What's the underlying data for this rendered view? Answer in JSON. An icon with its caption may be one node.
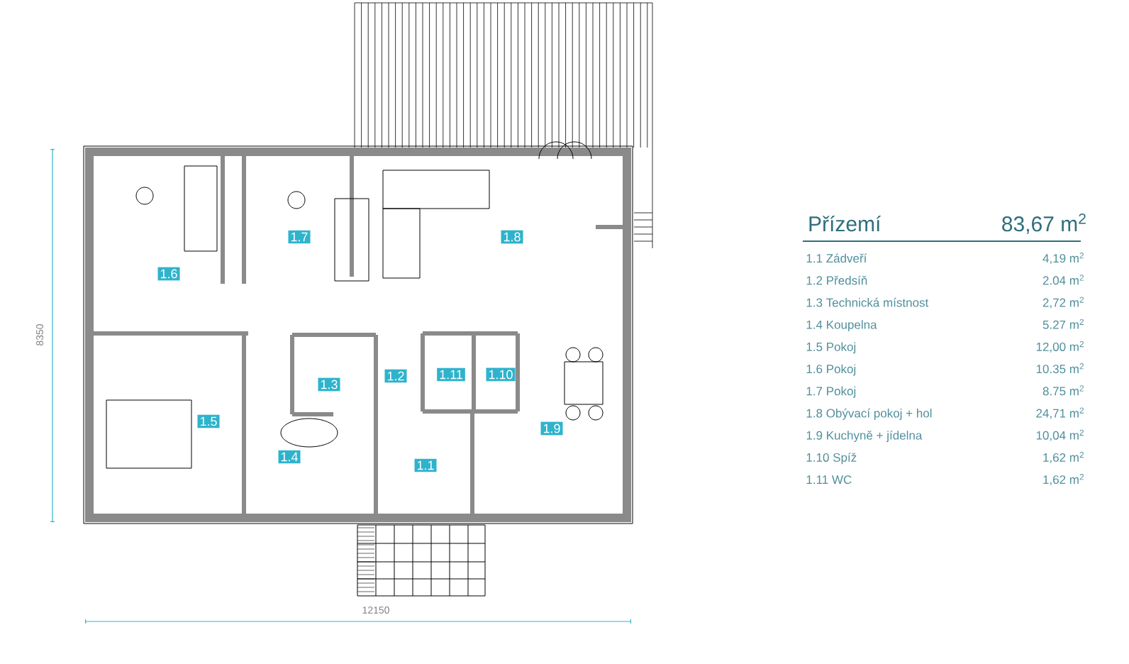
{
  "diagram": {
    "labels": [
      "8350",
      "1.7",
      "1.8",
      "1.6",
      "1.3",
      "1.2",
      "1.11",
      "1.10",
      "1.5",
      "1.9",
      "1.4",
      "1.1",
      "Přízemí",
      "83,67 m$^{2}$",
      "1.1 Zádveří",
      "4,19 m$^{2}$",
      "1.2 Předsíň",
      "2.04 m$^{2}$",
      "1.3 Technická místnost",
      "2,72 m$^{2}$",
      "1.4 Koupelna",
      "5.27 m$^{2}$",
      "1.5 Pokoj",
      "12,00 m$^{2}$",
      "1.6 Pokoj",
      "10.35 m$^{2}$",
      "1.7 Pokoj",
      "8.75 m$^{2}$",
      "1.8 Obývací pokoj + hol",
      "24,71 m$^{2}$",
      "1.9 Kuchyně + jídelna",
      "10,04 m$^{2}$",
      "1.10 Spíž",
      "1,62 m$^{2}$",
      "1.11 WC",
      "1,62 m$^{2}$",
      "12150"
    ]
  }
}
